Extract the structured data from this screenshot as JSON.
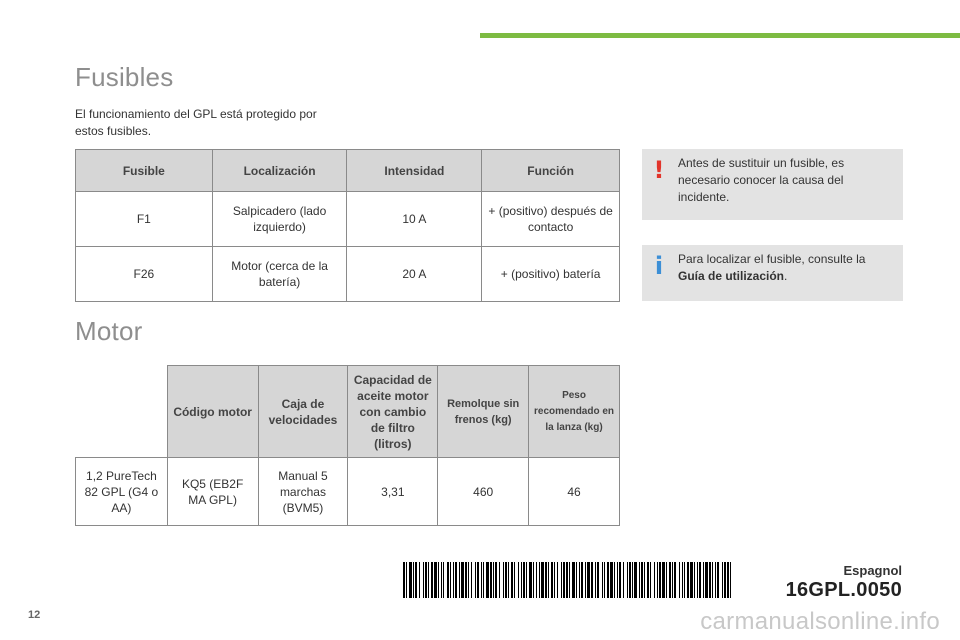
{
  "section_fuses": {
    "title": "Fusibles",
    "intro": "El funcionamiento del GPL está protegido por estos fusibles.",
    "table": {
      "headers": [
        "Fusible",
        "Localización",
        "Intensidad",
        "Función"
      ],
      "rows": [
        [
          "F1",
          "Salpicadero (lado izquierdo)",
          "10 A",
          "+ (positivo) después de contacto"
        ],
        [
          "F26",
          "Motor (cerca de la batería)",
          "20 A",
          "+ (positivo) batería"
        ]
      ]
    }
  },
  "warning": {
    "icon": "exclamation-icon",
    "color": "#e2342b",
    "text": "Antes de sustituir un fusible, es necesario conocer la causa del incidente."
  },
  "info": {
    "icon": "info-icon",
    "color": "#3c8fd6",
    "text_before": "Para localizar el fusible, consulte la ",
    "text_bold": "Guía de utilización",
    "text_after": "."
  },
  "section_engine": {
    "title": "Motor",
    "table": {
      "headers": [
        "",
        "Código motor",
        "Caja de velocidades",
        "Capacidad de aceite motor con cambio de filtro (litros)",
        "Remolque sin frenos (kg)",
        "Peso recomendado en la lanza (kg)"
      ],
      "rows": [
        [
          "1,2 PureTech 82 GPL (G4 o AA)",
          "KQ5 (EB2F MA GPL)",
          "Manual 5 marchas (BVM5)",
          "3,31",
          "460",
          "46"
        ]
      ]
    }
  },
  "footer": {
    "language": "Espagnol",
    "code": "16GPL.0050",
    "page_number": "12",
    "watermark": "carmanualsonline.info"
  },
  "colors": {
    "accent_bar": "#7dbb42",
    "header_bg": "#d6d6d6",
    "notice_bg": "#e3e3e3",
    "title_gray": "#8e8e8e"
  }
}
